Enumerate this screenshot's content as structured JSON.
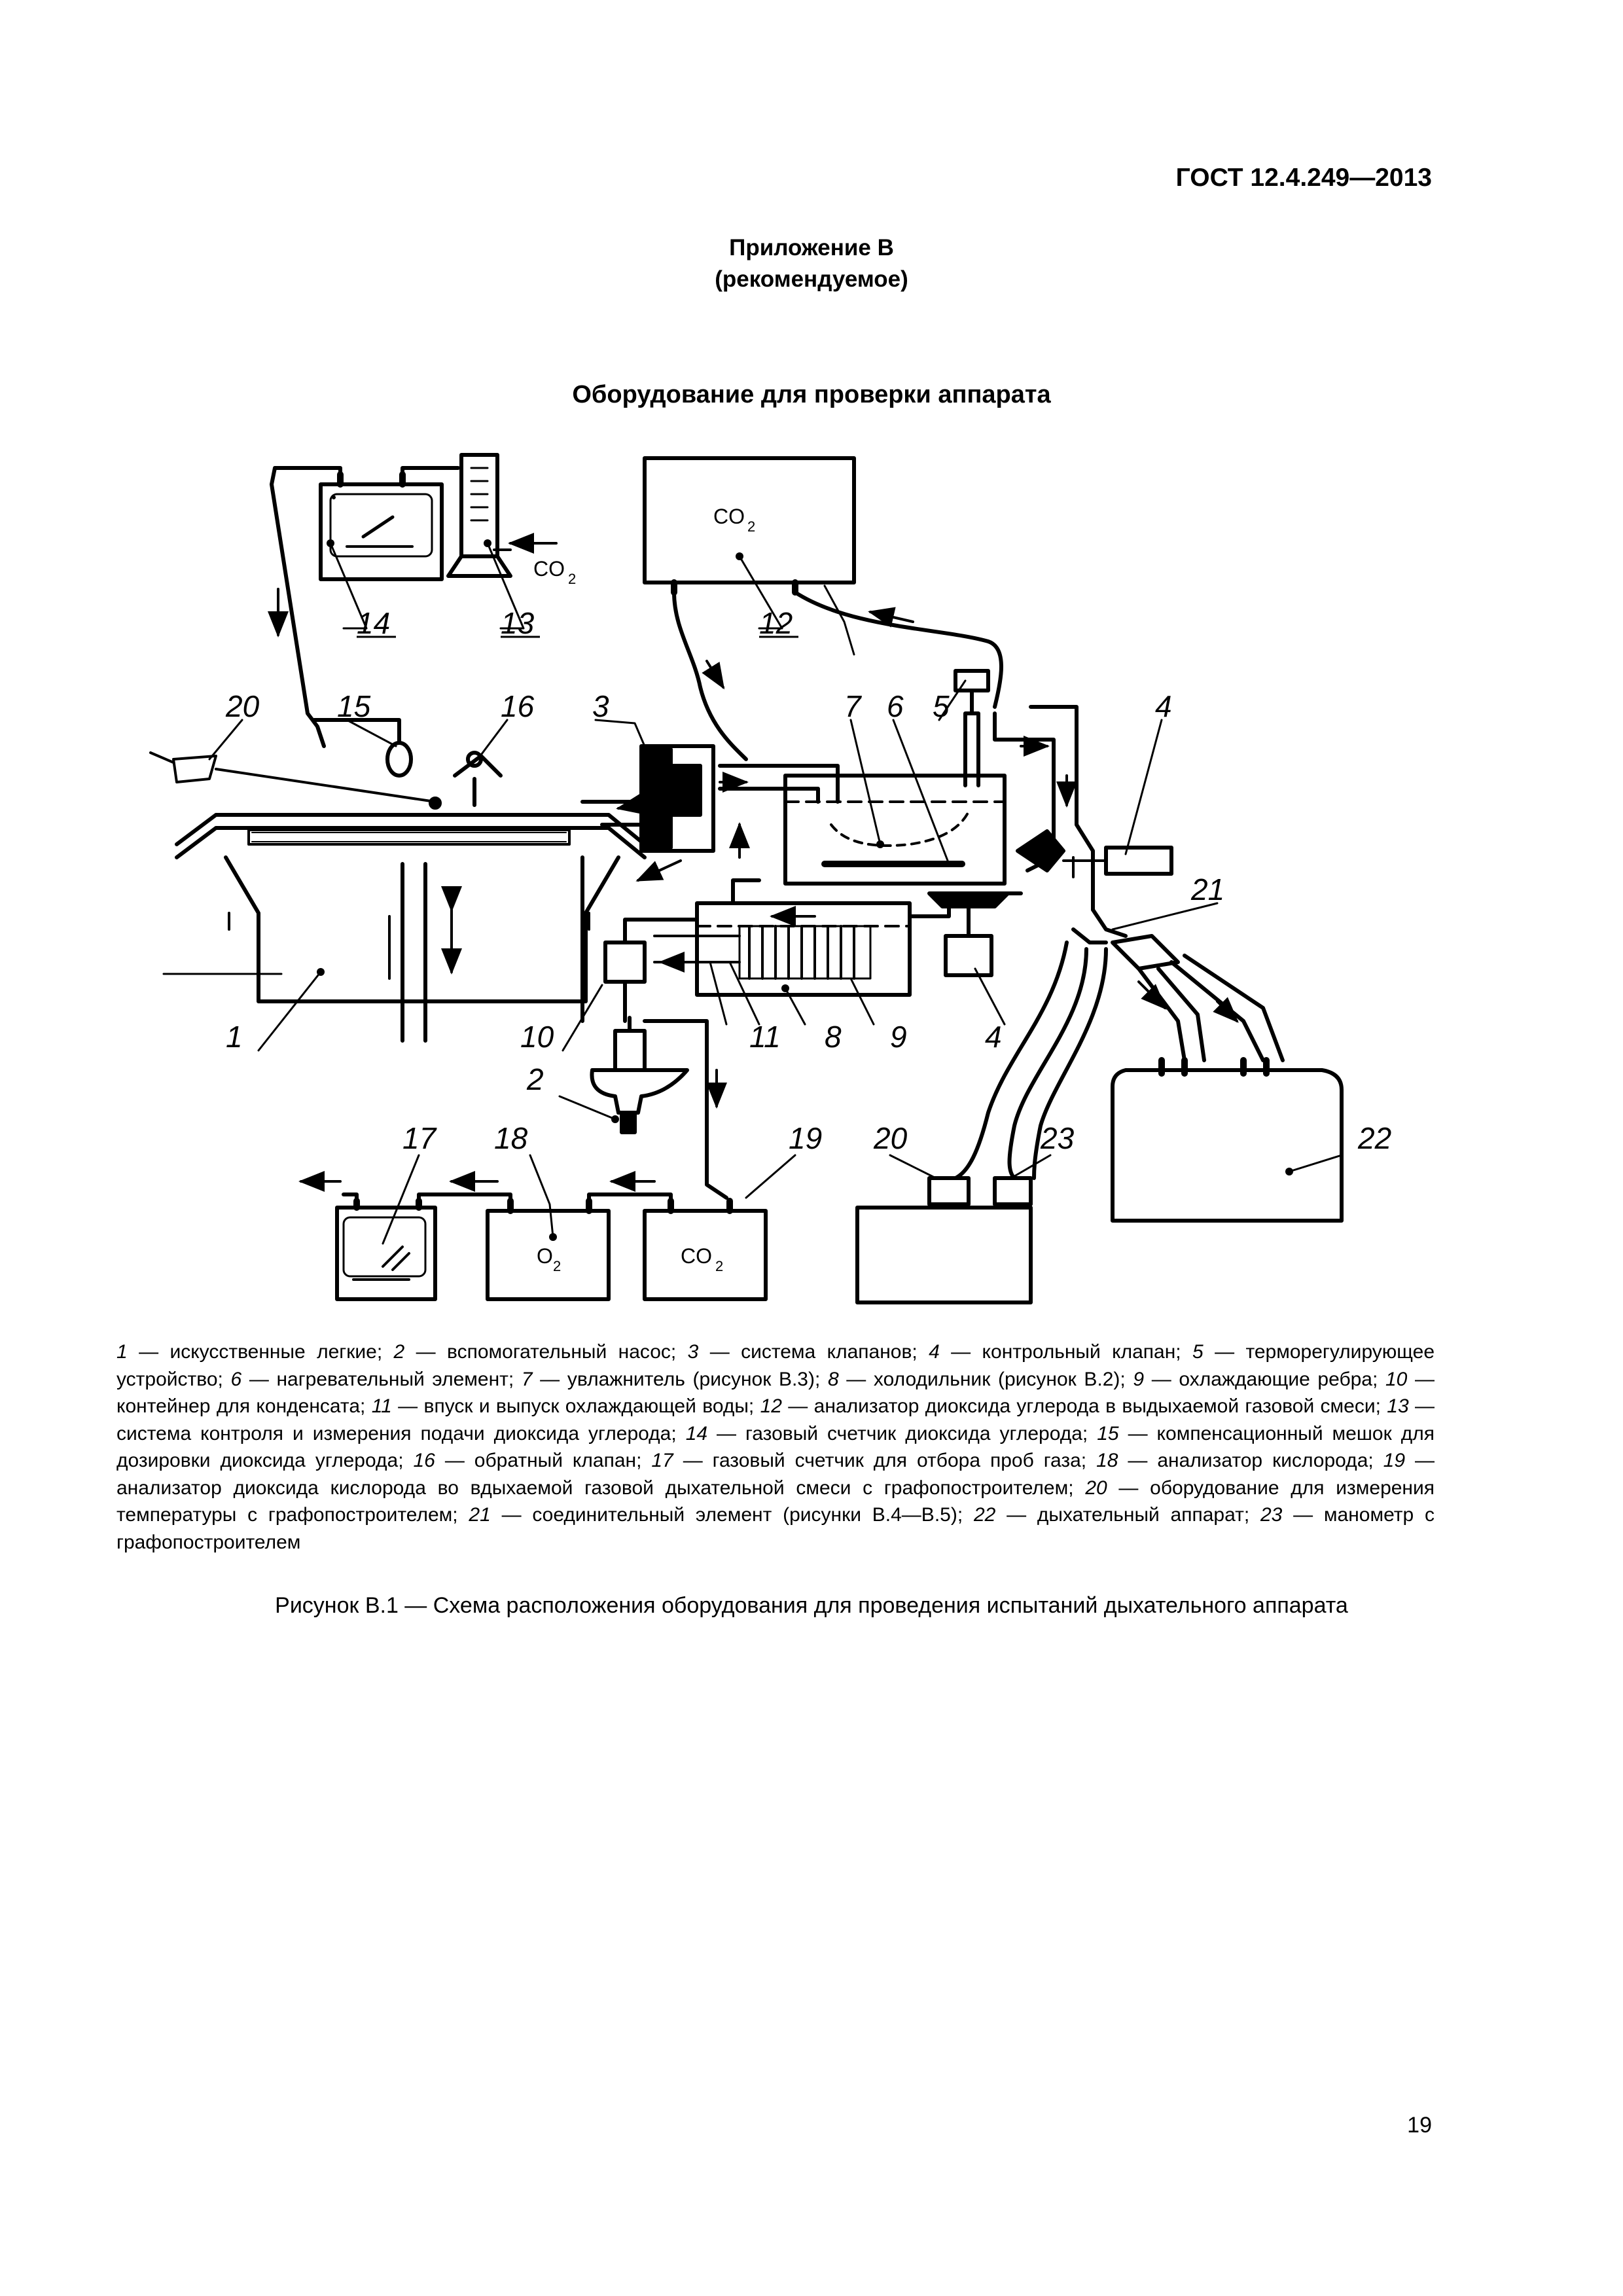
{
  "header": {
    "standard": "ГОСТ 12.4.249—2013"
  },
  "annex": {
    "title": "Приложение В",
    "status": "(рекомендуемое)"
  },
  "figure": {
    "title": "Оборудование для проверки аппарата",
    "labels": {
      "l1": "1",
      "l2": "2",
      "l3": "3",
      "l4a": "4",
      "l4b": "4",
      "l5": "5",
      "l6": "6",
      "l7": "7",
      "l8": "8",
      "l9": "9",
      "l10": "10",
      "l11": "11",
      "l12": "12",
      "l13": "13",
      "l14": "14",
      "l15": "15",
      "l16": "16",
      "l17": "17",
      "l18": "18",
      "l19": "19",
      "l20a": "20",
      "l20b": "20",
      "l21": "21",
      "l22": "22",
      "l23": "23"
    },
    "co2_12": "CO",
    "co2_13": "CO",
    "o2_18": "O",
    "co2_19": "CO",
    "sub2": "2"
  },
  "legend": {
    "items": [
      {
        "n": "1",
        "t": " — искусственные легкие; "
      },
      {
        "n": "2",
        "t": " — вспомогательный насос; "
      },
      {
        "n": "3",
        "t": " — система клапанов; "
      },
      {
        "n": "4",
        "t": " — контрольный клапан; "
      },
      {
        "n": "5",
        "t": " — терморегулирующее устройство; "
      },
      {
        "n": "6",
        "t": " — нагревательный элемент; "
      },
      {
        "n": "7",
        "t": " — увлажнитель (рисунок В.3); "
      },
      {
        "n": "8",
        "t": " — холодильник (рисунок В.2); "
      },
      {
        "n": "9",
        "t": " — охлаждающие ребра; "
      },
      {
        "n": "10",
        "t": " — контейнер для конденсата; "
      },
      {
        "n": "11",
        "t": " — впуск и выпуск охлаждающей воды; "
      },
      {
        "n": "12",
        "t": " — анализатор диоксида углерода в выдыхаемой газовой смеси; "
      },
      {
        "n": "13",
        "t": " — система контроля и измерения подачи диоксида углерода; "
      },
      {
        "n": "14",
        "t": " — газовый счетчик диоксида углерода; "
      },
      {
        "n": "15",
        "t": " — компенсационный мешок для дозировки диоксида углерода; "
      },
      {
        "n": "16",
        "t": " — обратный клапан; "
      },
      {
        "n": "17",
        "t": " — газовый счетчик для отбора проб газа; "
      },
      {
        "n": "18",
        "t": " — анализатор кислорода; "
      },
      {
        "n": "19",
        "t": " — анализатор диоксида кислорода во вдыхаемой газовой дыхательной смеси с графопостроителем; "
      },
      {
        "n": "20",
        "t": " — оборудование для измерения температуры с графопостроителем; "
      },
      {
        "n": "21",
        "t": " — соединительный элемент (рисунки В.4—В.5); "
      },
      {
        "n": "22",
        "t": " — дыхательный аппарат; "
      },
      {
        "n": "23",
        "t": " — манометр с графопостроителем"
      }
    ]
  },
  "caption": "Рисунок В.1 — Схема расположения оборудования для проведения испытаний дыхательного аппарата",
  "page_number": "19"
}
